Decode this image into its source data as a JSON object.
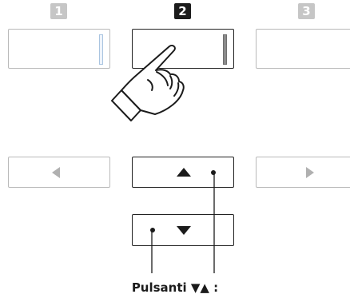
{
  "buttons": {
    "numbers": [
      "1",
      "2",
      "3"
    ]
  },
  "caption": {
    "text": "Pulsanti ▼▲ :"
  },
  "colors": {
    "dark": "#1b1b1b",
    "inactive_number_bg": "#c6c6c6",
    "light_border": "#b9b9b9",
    "led_off": "#a9c4e0",
    "led_on": "#8b8b8b"
  },
  "icons": {
    "hand": "pointing-hand-icon",
    "left": "left-arrow-icon",
    "right": "right-arrow-icon",
    "up": "up-arrow-icon",
    "down": "down-arrow-icon"
  }
}
